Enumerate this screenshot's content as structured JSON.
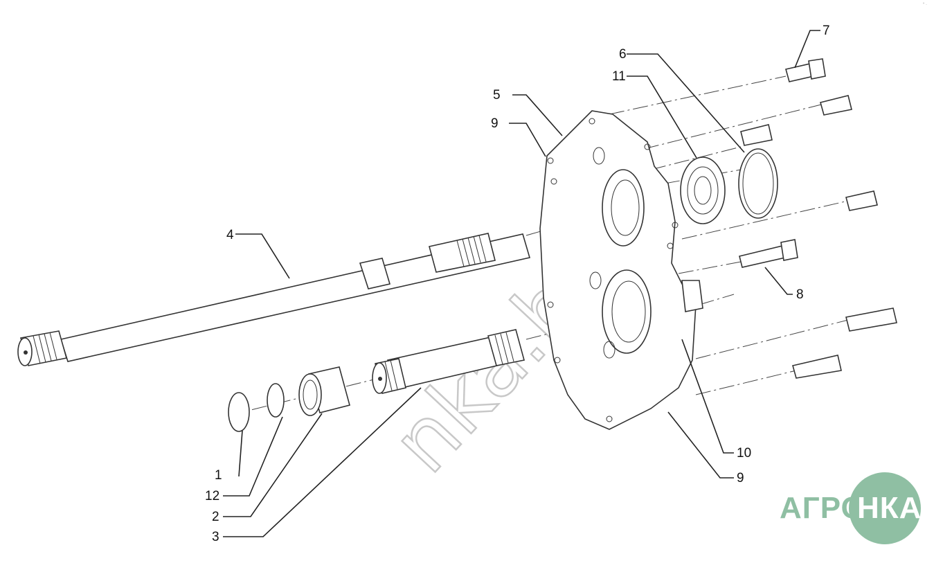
{
  "diagram": {
    "part_labels": [
      "1",
      "2",
      "3",
      "4",
      "5",
      "6",
      "7",
      "8",
      "9",
      "9",
      "10",
      "11",
      "12"
    ]
  },
  "watermark": {
    "text": "nka.by"
  },
  "logo": {
    "text_left": "АГРО",
    "text_right": "НКА",
    "color": "#8fbfa3"
  },
  "corner_mark": "° ·"
}
